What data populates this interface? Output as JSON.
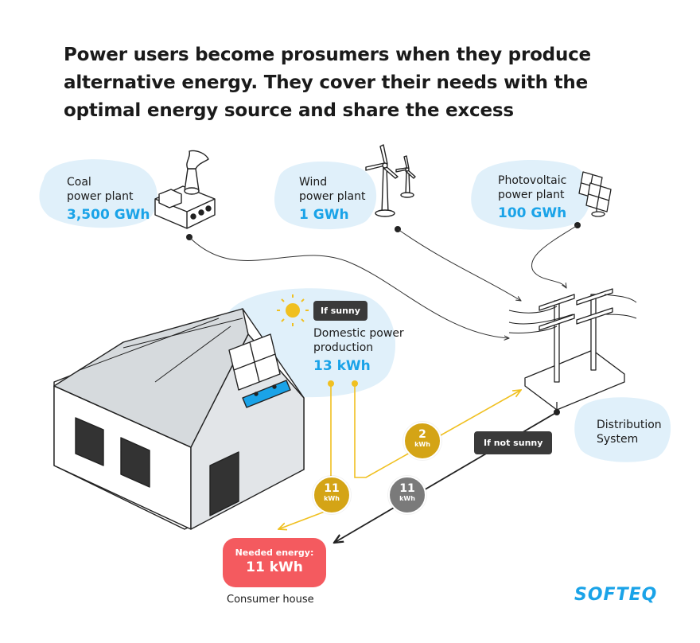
{
  "title": "Power users become prosumers when they produce alternative energy. They cover their needs with the optimal energy source and share the excess",
  "plants": {
    "coal": {
      "label_line1": "Coal",
      "label_line2": "power plant",
      "value": "3,500 GWh"
    },
    "wind": {
      "label_line1": "Wind",
      "label_line2": "power plant",
      "value": "1 GWh"
    },
    "pv": {
      "label_line1": "Photovoltaic",
      "label_line2": "power plant",
      "value": "100 GWh"
    }
  },
  "domestic": {
    "tag": "If sunny",
    "label_line1": "Domestic power",
    "label_line2": "production",
    "value": "13 kWh"
  },
  "distribution": {
    "label_line1": "Distribution",
    "label_line2": "System"
  },
  "not_sunny": {
    "tag": "If not sunny"
  },
  "flows": {
    "to_grid": {
      "value": "2",
      "unit": "kWh"
    },
    "solar_to_house": {
      "value": "11",
      "unit": "kWh"
    },
    "grid_to_house": {
      "value": "11",
      "unit": "kWh"
    }
  },
  "needed": {
    "label": "Needed energy:",
    "value": "11 kWh"
  },
  "consumer": {
    "label": "Consumer house"
  },
  "logo": {
    "text": "SOFTEQ"
  },
  "colors": {
    "accent": "#1aa3e8",
    "yellow": "#f0c020",
    "gold": "#d4a416",
    "dark_badge": "#7a7a7a",
    "red": "#f45a5f",
    "blob": "#e0f0fa"
  }
}
